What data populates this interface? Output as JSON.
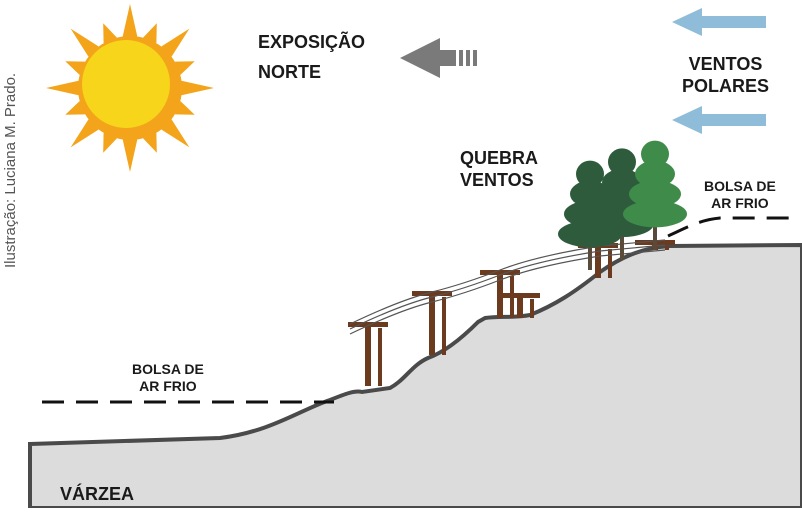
{
  "credit": "Ilustração: Luciana M. Prado.",
  "labels": {
    "exposicao_line1": "EXPOSIÇÃO",
    "exposicao_line2": "NORTE",
    "ventos_line1": "VENTOS",
    "ventos_line2": "POLARES",
    "quebra_line1": "QUEBRA",
    "quebra_line2": "VENTOS",
    "bolsa_right_line1": "BOLSA DE",
    "bolsa_right_line2": "AR FRIO",
    "bolsa_left_line1": "BOLSA DE",
    "bolsa_left_line2": "AR FRIO",
    "varzea": "VÁRZEA"
  },
  "colors": {
    "sun_core": "#f7d51a",
    "sun_rays": "#f3a41a",
    "terrain_fill": "#dcdcdc",
    "terrain_outline": "#4a4a4a",
    "wind_arrow": "#8fbcd8",
    "exposure_arrow": "#7a7a7a",
    "post": "#6b3a1f",
    "tree_dark": "#2e5b3c",
    "tree_light": "#3f8b4a"
  },
  "icons": {
    "sun": "sun-icon",
    "exposure_arrow": "arrow-left-icon",
    "wind_arrows": "arrow-left-icon",
    "trees": "tree-icon",
    "trellis": "vineyard-trellis-icon"
  }
}
